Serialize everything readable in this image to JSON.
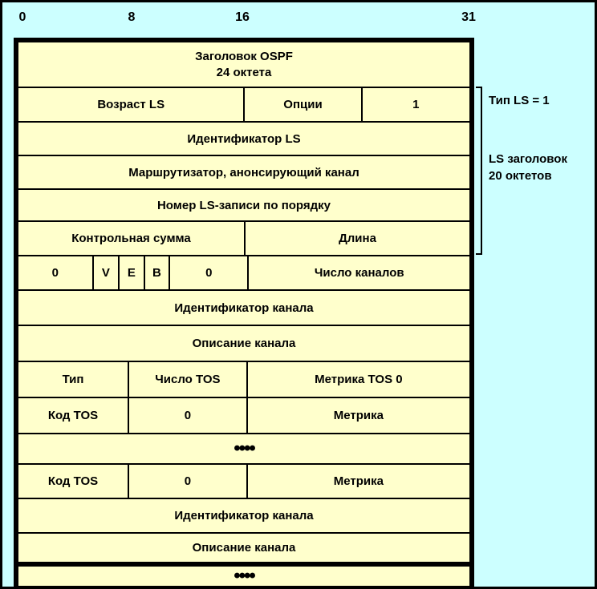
{
  "colors": {
    "background": "#CCFFFF",
    "cell_fill": "#FFFFCC",
    "border": "#000000",
    "text": "#000000"
  },
  "bit_ruler": {
    "ticks": [
      "0",
      "8",
      "16",
      "31"
    ]
  },
  "annotations": {
    "ls_type": "Тип LS = 1",
    "ls_header_line1": "LS заголовок",
    "ls_header_line2": "20 октетов"
  },
  "packet": {
    "ospf_header": {
      "line1": "Заголовок OSPF",
      "line2": "24 октета"
    },
    "ls_age": "Возраст LS",
    "options": "Опции",
    "ls_type_value": "1",
    "ls_id": "Идентификатор LS",
    "advertising_router": "Маршрутизатор, анонсирующий канал",
    "ls_sequence": "Номер LS-записи по порядку",
    "checksum": "Контрольная сумма",
    "length": "Длина",
    "flags": {
      "zero_left": "0",
      "v": "V",
      "e": "E",
      "b": "B",
      "zero_right": "0",
      "link_count": "Число каналов"
    },
    "link_id": "Идентификатор канала",
    "link_data": "Описание канала",
    "link_type": "Тип",
    "tos_count": "Число TOS",
    "metric_tos0": "Метрика TOS 0",
    "tos_code": "Код TOS",
    "tos_zero": "0",
    "metric": "Метрика",
    "ellipsis": "••••"
  }
}
